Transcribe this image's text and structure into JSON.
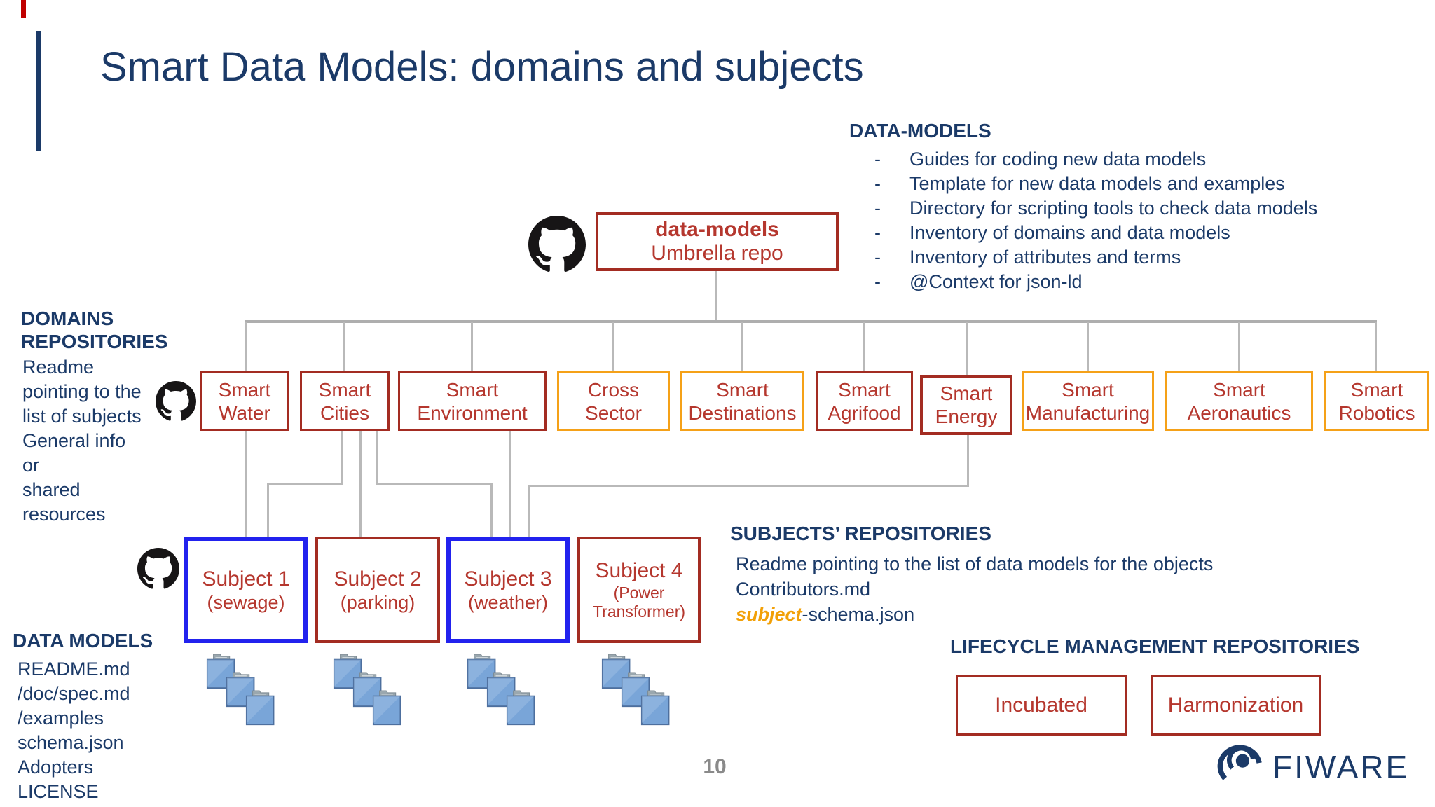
{
  "slide": {
    "title": "Smart Data Models: domains and subjects",
    "page_number": "10"
  },
  "colors": {
    "navy": "#1b3a68",
    "accent_red": "#c00000",
    "red_border": "#a32c22",
    "red_text": "#b5372e",
    "orange": "#f5a118",
    "orange_text": "#f2a007",
    "blue": "#2222ee",
    "line_gray": "#b9b9b9"
  },
  "icons": {
    "github": "github-octocat-icon",
    "folder": "blue-folder-stack-icon",
    "fiware_swirl": "fiware-swirl-icon"
  },
  "data_models_panel": {
    "heading": "DATA-MODELS",
    "bullet": "-",
    "items": [
      "Guides for coding new data models",
      "Template for new data models and examples",
      "Directory for scripting tools to check data models",
      "Inventory of domains and data models",
      "Inventory of attributes and terms",
      "@Context for json-ld"
    ]
  },
  "umbrella": {
    "name": "data-models",
    "subtitle": "Umbrella repo"
  },
  "domains_panel": {
    "heading_line1": "DOMAINS",
    "heading_line2": "REPOSITORIES",
    "lines": [
      "Readme",
      "pointing to the",
      "list of subjects",
      "General info or",
      "shared",
      "resources"
    ]
  },
  "domains": [
    {
      "label": "Smart Water",
      "variant": "red"
    },
    {
      "label": "Smart Cities",
      "variant": "red"
    },
    {
      "label": "Smart Environment",
      "variant": "red"
    },
    {
      "label": "Cross Sector",
      "variant": "orange"
    },
    {
      "label": "Smart Destinations",
      "variant": "orange"
    },
    {
      "label": "Smart Agrifood",
      "variant": "red"
    },
    {
      "label": "Smart Energy",
      "variant": "red"
    },
    {
      "label": "Smart Manufacturing",
      "variant": "orange"
    },
    {
      "label": "Smart Aeronautics",
      "variant": "orange"
    },
    {
      "label": "Smart Robotics",
      "variant": "orange"
    }
  ],
  "subjects": [
    {
      "title": "Subject 1",
      "subtitle": "(sewage)",
      "variant": "blue"
    },
    {
      "title": "Subject 2",
      "subtitle": "(parking)",
      "variant": "red"
    },
    {
      "title": "Subject 3",
      "subtitle": "(weather)",
      "variant": "blue"
    },
    {
      "title": "Subject 4",
      "subtitle": "(Power Transformer)",
      "variant": "red"
    }
  ],
  "subjects_panel": {
    "heading": "SUBJECTS’ REPOSITORIES",
    "line1": "Readme pointing to the list of data models for the objects",
    "line2": "Contributors.md",
    "schema_highlight": "subject",
    "schema_rest": "-schema.json"
  },
  "data_models_files": {
    "heading": "DATA MODELS",
    "items": [
      "README.md",
      "/doc/spec.md",
      "/examples",
      "schema.json",
      "Adopters",
      "LICENSE"
    ]
  },
  "lifecycle": {
    "heading": "LIFECYCLE MANAGEMENT REPOSITORIES",
    "boxes": [
      "Incubated",
      "Harmonization"
    ]
  },
  "logo": {
    "text": "FIWARE"
  }
}
